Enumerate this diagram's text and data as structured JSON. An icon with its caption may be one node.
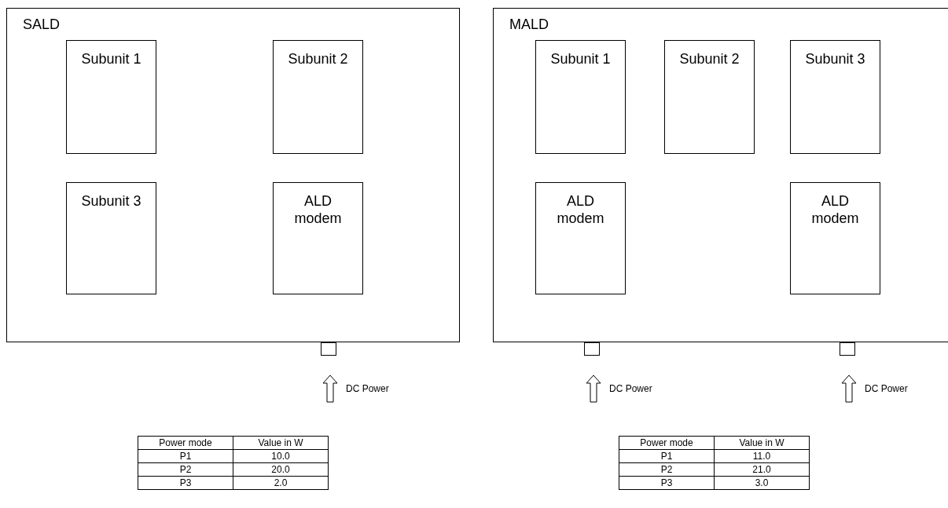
{
  "diagram": {
    "nodes": [
      {
        "text": [
          "SALD"
        ]
      },
      {
        "text": [
          "Subunit 1"
        ],
        "in": 0
      },
      {
        "text": [
          "Subunit 2"
        ],
        "in": 0
      },
      {
        "text": [
          "Subunit 3"
        ],
        "in": 0
      },
      {
        "text": [
          "ALD modem"
        ],
        "in": 0
      },
      {
        "text": [],
        "shape": "box"
      },
      {
        "text": [
          "MALD"
        ]
      },
      {
        "text": [
          "Subunit 1"
        ],
        "in": 6
      },
      {
        "text": [
          "Subunit 2"
        ],
        "in": 6
      },
      {
        "text": [
          "Subunit 3"
        ],
        "in": 6
      },
      {
        "text": [
          "ALD modem"
        ],
        "in": 6
      },
      {
        "text": [
          "ALD modem"
        ],
        "in": 6
      },
      {
        "text": [],
        "shape": "box"
      },
      {
        "text": [],
        "shape": "box"
      }
    ],
    "edges": [
      {
        "from": null,
        "to": 5,
        "arrow": "to",
        "label": "DC Power"
      },
      {
        "from": null,
        "to": 12,
        "arrow": "to",
        "label": "DC Power"
      },
      {
        "from": null,
        "to": 13,
        "arrow": "to",
        "label": "DC Power"
      }
    ],
    "labels": [
      "Power mode",
      "Value in W",
      "P1",
      "10.0",
      "P2",
      "20.0",
      "P3",
      "2.0",
      "Power mode",
      "Value in W",
      "P1",
      "11.0",
      "P2",
      "21.0",
      "P3",
      "3.0"
    ]
  }
}
